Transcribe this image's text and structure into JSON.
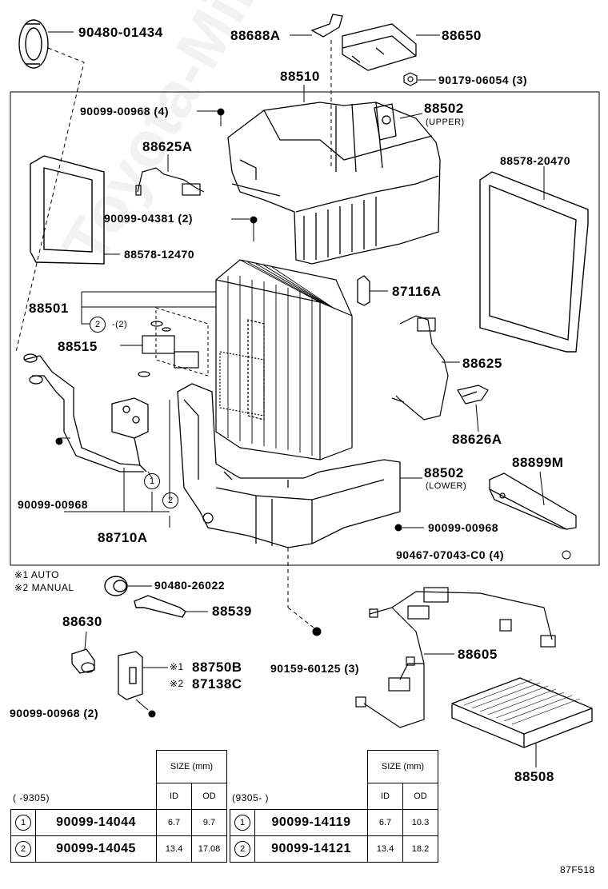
{
  "labels": {
    "p90480_01434": "90480-01434",
    "p88688A": "88688A",
    "p88650": "88650",
    "p90179_06054": "90179-06054 (3)",
    "p88510": "88510",
    "p90099_00968_4": "90099-00968 (4)",
    "p88502_upper": "88502",
    "upper": "(UPPER)",
    "p88625A": "88625A",
    "p88578_20470": "88578-20470",
    "p90099_04381": "90099-04381 (2)",
    "p88578_12470": "88578-12470",
    "p88501": "88501",
    "p87116A": "87116A",
    "c2_2": "-(2)",
    "p88515": "88515",
    "p88625": "88625",
    "p88626A": "88626A",
    "p88502_lower": "88502",
    "lower": "(LOWER)",
    "p88899M": "88899M",
    "p90099_00968": "90099-00968",
    "p88710A": "88710A",
    "p90099_00968_b": "90099-00968",
    "p90467": "90467-07043-C0 (4)",
    "note1": "※1 AUTO",
    "note2": "※2 MANUAL",
    "p90480_26022": "90480-26022",
    "p88539": "88539",
    "p88630": "88630",
    "p88605": "88605",
    "p90159": "90159-60125 (3)",
    "p88750B_mark": "※1",
    "p88750B": "88750B",
    "p87138C_mark": "※2",
    "p87138C": "87138C",
    "p90099_00968_2": "90099-00968 (2)",
    "p88508": "88508",
    "drawing_code": "87F518",
    "watermark": "Toyota-Mine.ru"
  },
  "tables": [
    {
      "period": "(      -9305)",
      "size_header": "SIZE (mm)",
      "col_id": "ID",
      "col_od": "OD",
      "rows": [
        {
          "idx": "1",
          "part": "90099-14044",
          "id": "6.7",
          "od": "9.7"
        },
        {
          "idx": "2",
          "part": "90099-14045",
          "id": "13.4",
          "od": "17.08"
        }
      ]
    },
    {
      "period": "(9305-      )",
      "size_header": "SIZE (mm)",
      "col_id": "ID",
      "col_od": "OD",
      "rows": [
        {
          "idx": "1",
          "part": "90099-14119",
          "id": "6.7",
          "od": "10.3"
        },
        {
          "idx": "2",
          "part": "90099-14121",
          "id": "13.4",
          "od": "18.2"
        }
      ]
    }
  ],
  "circle_refs": {
    "one": "1",
    "two": "2"
  }
}
